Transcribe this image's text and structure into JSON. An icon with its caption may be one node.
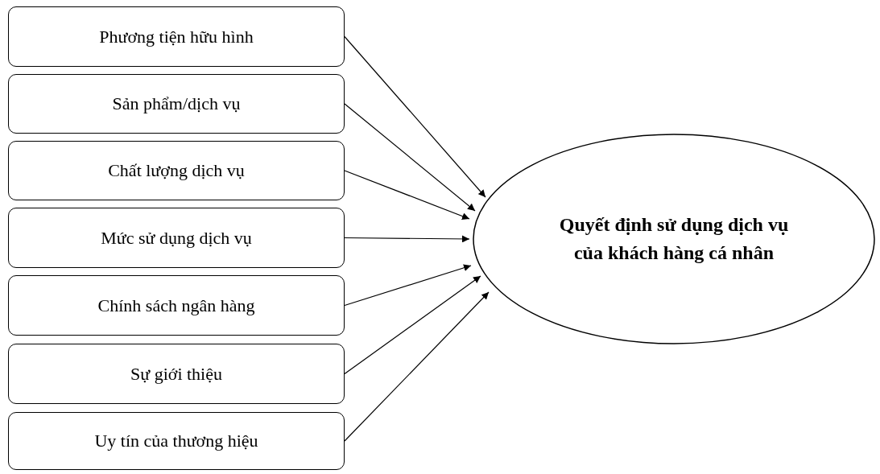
{
  "diagram": {
    "nodes": [
      {
        "text": [
          "Phương tiện hữu hình"
        ]
      },
      {
        "text": [
          "Sản phẩm/dịch vụ"
        ]
      },
      {
        "text": [
          "Chất lượng dịch vụ"
        ]
      },
      {
        "text": [
          "Mức sử dụng dịch vụ"
        ]
      },
      {
        "text": [
          "Chính sách ngân hàng"
        ]
      },
      {
        "text": [
          "Sự giới thiệu"
        ]
      },
      {
        "text": [
          "Uy tín của thương hiệu"
        ]
      },
      {
        "text": [
          "Quyết định sử dụng dịch vụ của khách hàng cá nhân"
        ]
      }
    ],
    "edges": [
      {
        "from": 0,
        "to": 7,
        "arrow": "to"
      },
      {
        "from": 1,
        "to": 7,
        "arrow": "to"
      },
      {
        "from": 2,
        "to": 7,
        "arrow": "to"
      },
      {
        "from": 3,
        "to": 7,
        "arrow": "to"
      },
      {
        "from": 4,
        "to": 7,
        "arrow": "to"
      },
      {
        "from": 5,
        "to": 7,
        "arrow": "to"
      },
      {
        "from": 6,
        "to": 7,
        "arrow": "to"
      }
    ]
  }
}
